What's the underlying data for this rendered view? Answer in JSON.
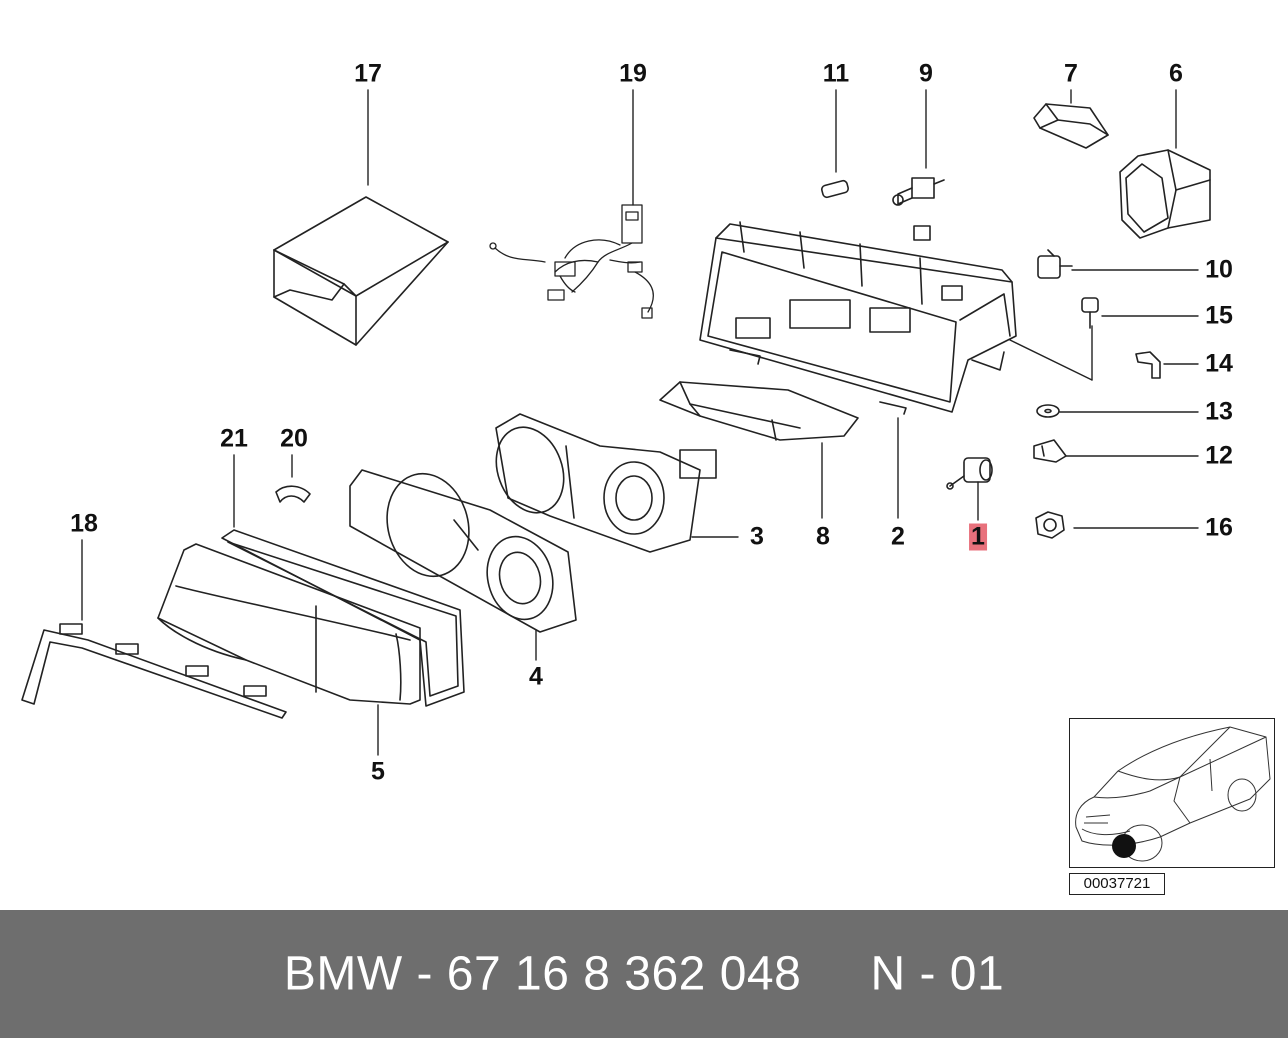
{
  "callouts": {
    "n1": "1",
    "n2": "2",
    "n3": "3",
    "n4": "4",
    "n5": "5",
    "n6": "6",
    "n7": "7",
    "n8": "8",
    "n9": "9",
    "n10": "10",
    "n11": "11",
    "n12": "12",
    "n13": "13",
    "n14": "14",
    "n15": "15",
    "n16": "16",
    "n17": "17",
    "n18": "18",
    "n19": "19",
    "n20": "20",
    "n21": "21"
  },
  "highlight_color": "#e8717c",
  "reference_code": "00037721",
  "footer": {
    "text": "BMW - 67 16 8 362 048     N - 01",
    "background": "#6e6e6e"
  }
}
